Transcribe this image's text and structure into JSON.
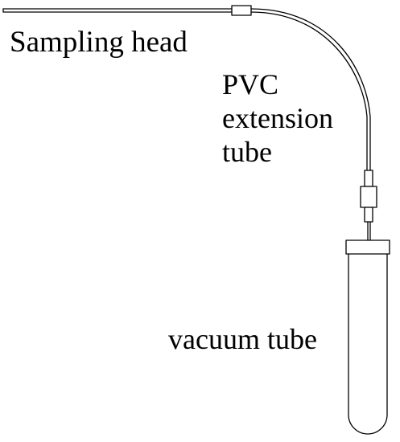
{
  "labels": {
    "sampling_head": "Sampling head",
    "pvc_extension_tube": [
      "PVC",
      "extension",
      "tube"
    ],
    "vacuum_tube": "vacuum tube"
  }
}
